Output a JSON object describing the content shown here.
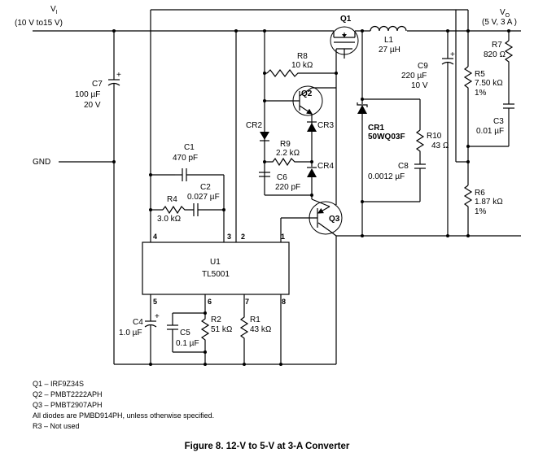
{
  "input": {
    "name": "V",
    "sub": "I",
    "range": "(10 V to15 V)"
  },
  "output": {
    "name": "V",
    "sub": "O",
    "rating": "(5 V, 3 A )"
  },
  "gnd": "GND",
  "components": {
    "q1": "Q1",
    "q2": "Q2",
    "q3": "Q3",
    "l1_ref": "L1",
    "l1_val": "27 µH",
    "c7_ref": "C7",
    "c7_val1": "100 µF",
    "c7_val2": "20 V",
    "c9_ref": "C9",
    "c9_val1": "220 µF",
    "c9_val2": "10 V",
    "r8_ref": "R8",
    "r8_val": "10 kΩ",
    "r7_ref": "R7",
    "r7_val": "820 Ω",
    "r5_ref": "R5",
    "r5_val": "7.50  kΩ",
    "r5_tol": "1%",
    "c3_ref": "C3",
    "c3_val": "0.01 µF",
    "c1_ref": "C1",
    "c1_val": "470 pF",
    "c2_ref": "C2",
    "c2_val": "0.027 µF",
    "r4_ref": "R4",
    "r4_val": "3.0 kΩ",
    "cr2": "CR2",
    "cr3": "CR3",
    "cr4": "CR4",
    "r9_ref": "R9",
    "r9_val": "2.2 kΩ",
    "c6_ref": "C6",
    "c6_val": "220 pF",
    "cr1_ref": "CR1",
    "cr1_val": "50WQ03F",
    "r10_ref": "R10",
    "r10_val": "43 Ω",
    "c8_ref": "C8",
    "c8_val": "0.0012 µF",
    "r6_ref": "R6",
    "r6_val": "1.87 kΩ",
    "r6_tol": "1%",
    "u1_ref": "U1",
    "u1_name": "TL5001",
    "c4_ref": "C4",
    "c4_val": "1.0 µF",
    "c5_ref": "C5",
    "c5_val": "0.1 µF",
    "r2_ref": "R2",
    "r2_val": "51 kΩ",
    "r1_ref": "R1",
    "r1_val": "43 kΩ",
    "pin1": "1",
    "pin2": "2",
    "pin3": "3",
    "pin4": "4",
    "pin5": "5",
    "pin6": "6",
    "pin7": "7",
    "pin8": "8",
    "polarity": "+"
  },
  "notes": [
    "Q1 – IRF9Z34S",
    "Q2 – PMBT2222APH",
    "Q3 – PMBT2907APH",
    "All diodes are PMBD914PH, unless otherwise specified.",
    "R3 – Not used"
  ],
  "caption": "Figure 8.  12-V to 5-V at 3-A Converter"
}
